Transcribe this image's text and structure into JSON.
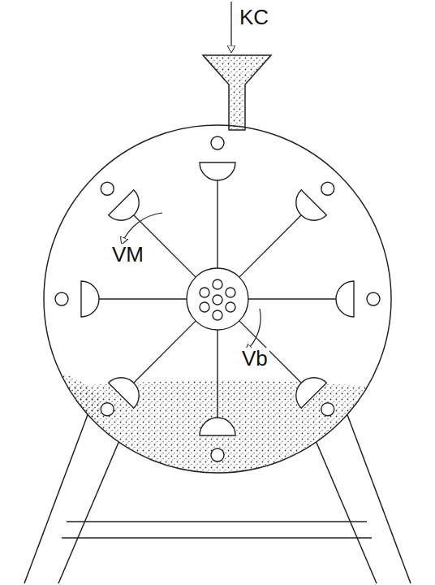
{
  "diagram": {
    "labels": [
      "KC",
      "VM",
      "Vb"
    ]
  }
}
